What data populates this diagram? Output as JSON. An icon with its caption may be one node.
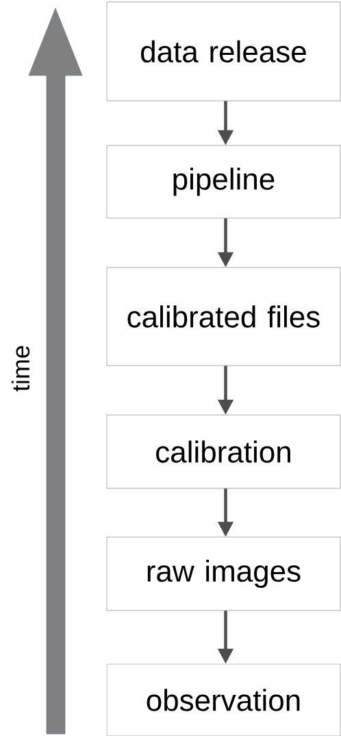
{
  "diagram": {
    "nodes": [
      {
        "text": [
          "data release"
        ]
      },
      {
        "text": [
          "pipeline"
        ]
      },
      {
        "text": [
          "calibrated files"
        ]
      },
      {
        "text": [
          "calibration"
        ]
      },
      {
        "text": [
          "raw images"
        ]
      },
      {
        "text": [
          "observation"
        ]
      }
    ],
    "edges": [
      {
        "from": 0,
        "to": 1,
        "arrow": "to"
      },
      {
        "from": 1,
        "to": 2,
        "arrow": "to"
      },
      {
        "from": 2,
        "to": 3,
        "arrow": "to"
      },
      {
        "from": 3,
        "to": 4,
        "arrow": "to"
      },
      {
        "from": 4,
        "to": 5,
        "arrow": "to"
      }
    ],
    "labels": [
      "time"
    ]
  }
}
